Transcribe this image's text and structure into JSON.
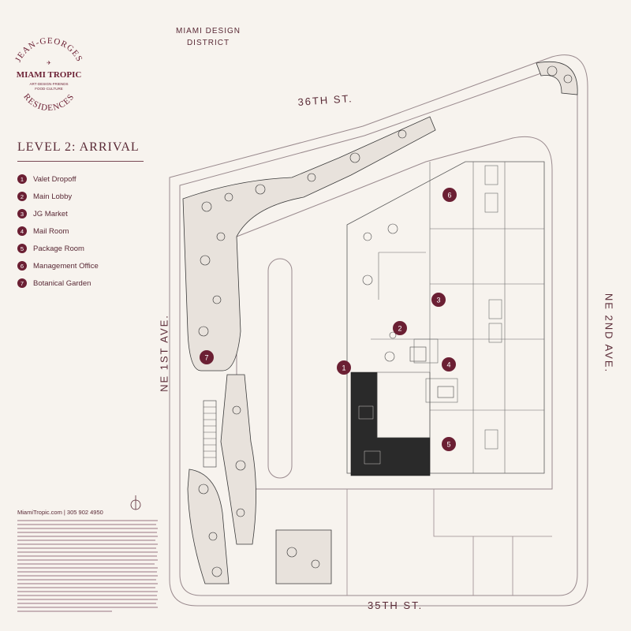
{
  "brand": {
    "arc_top": "JEAN-GEORGES",
    "name": "MIAMI TROPIC",
    "tagline_1": "ART·DESIGN·FRIENDS",
    "tagline_2": "FOOD·CULTURE",
    "arc_bottom": "RESIDENCES"
  },
  "level_title": "LEVEL 2: ARRIVAL",
  "legend": [
    {
      "number": "1",
      "label": "Valet Dropoff"
    },
    {
      "number": "2",
      "label": "Main Lobby"
    },
    {
      "number": "3",
      "label": "JG Market"
    },
    {
      "number": "4",
      "label": "Mail Room"
    },
    {
      "number": "5",
      "label": "Package Room"
    },
    {
      "number": "6",
      "label": "Management Office"
    },
    {
      "number": "7",
      "label": "Botanical Garden"
    }
  ],
  "contact": "MiamiTropic.com | 305 902 4950",
  "streets": {
    "district_line1": "MIAMI DESIGN",
    "district_line2": "DISTRICT",
    "north": "36TH ST.",
    "south": "35TH ST.",
    "west": "NE 1ST AVE.",
    "east": "NE 2ND AVE."
  },
  "colors": {
    "marker": "#6b1f33",
    "ink": "#5a2a36",
    "paper": "#f7f3ee",
    "plaza": "#2a2a2a"
  }
}
